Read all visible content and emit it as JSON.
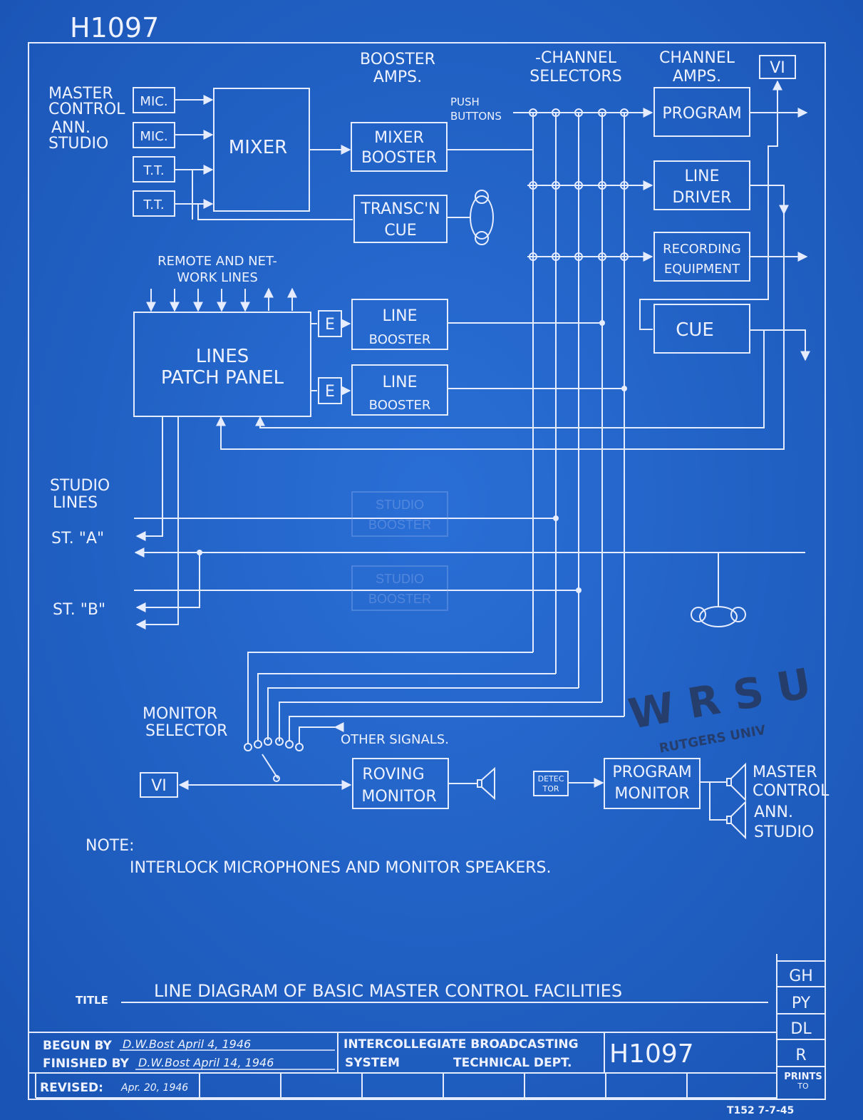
{
  "drawing_number_top": "H1097",
  "headers": {
    "booster": [
      "BOOSTER",
      "AMPS."
    ],
    "selectors": [
      "-CHANNEL",
      "SELECTORS"
    ],
    "channel_amps": [
      "CHANNEL",
      "AMPS."
    ],
    "push_buttons": [
      "PUSH",
      "BUTTONS"
    ]
  },
  "sources": {
    "master_control": [
      "MASTER",
      "CONTROL"
    ],
    "ann_studio": [
      "ANN.",
      "STUDIO"
    ],
    "mic1": "MIC.",
    "mic2": "MIC.",
    "tt1": "T.T.",
    "tt2": "T.T."
  },
  "blocks": {
    "mixer": "MIXER",
    "mixer_booster": [
      "MIXER",
      "BOOSTER"
    ],
    "transc_cue": [
      "TRANSC'N",
      "CUE"
    ],
    "program": "PROGRAM",
    "line_driver": [
      "LINE",
      "DRIVER"
    ],
    "recording": [
      "RECORDING",
      "EQUIPMENT"
    ],
    "cue": "CUE",
    "vi_top": "VI",
    "patch_panel": [
      "LINES",
      "PATCH PANEL"
    ],
    "eq1": "E",
    "eq2": "E",
    "line_booster1": [
      "LINE",
      "BOOSTER"
    ],
    "line_booster2": [
      "LINE",
      "BOOSTER"
    ],
    "studio_booster_a": [
      "STUDIO",
      "BOOSTER"
    ],
    "studio_booster_b": [
      "STUDIO",
      "BOOSTER"
    ],
    "roving_monitor": [
      "ROVING",
      "MONITOR"
    ],
    "detector": [
      "DETEC",
      "TOR"
    ],
    "program_monitor": [
      "PROGRAM",
      "MONITOR"
    ],
    "vi_bottom": "VI"
  },
  "labels": {
    "remote_lines": [
      "REMOTE AND NET-",
      "WORK LINES"
    ],
    "studio_lines": [
      "STUDIO",
      "LINES"
    ],
    "st_a": "ST. \"A\"",
    "st_b": "ST. \"B\"",
    "monitor_selector": [
      "MONITOR",
      "SELECTOR"
    ],
    "other_signals": "OTHER SIGNALS.",
    "spk_master": [
      "MASTER",
      "CONTROL"
    ],
    "spk_ann": [
      "ANN.",
      "STUDIO"
    ]
  },
  "note": {
    "heading": "NOTE:",
    "body": "INTERLOCK MICROPHONES AND MONITOR SPEAKERS."
  },
  "title_block": {
    "title_label": "TITLE",
    "title": "LINE DIAGRAM OF BASIC MASTER CONTROL FACILITIES",
    "begun_label": "BEGUN BY",
    "begun_value": "D.W.Bost  April 4, 1946",
    "finished_label": "FINISHED BY",
    "finished_value": "D.W.Bost  April 14, 1946",
    "revised_label": "REVISED:",
    "revised_value": "Apr. 20, 1946",
    "org_line1": "INTERCOLLEGIATE  BROADCASTING",
    "org_line2a": "SYSTEM",
    "org_line2b": "TECHNICAL  DEPT.",
    "drawing_number": "H1097",
    "prints_to": [
      "GH",
      "PY",
      "DL",
      "R"
    ],
    "prints_to_label": [
      "PRINTS",
      "TO"
    ],
    "form_number": "T152  7-7-45"
  },
  "stamp": {
    "line1": "W R S U",
    "line2": "RUTGERS UNIV"
  }
}
